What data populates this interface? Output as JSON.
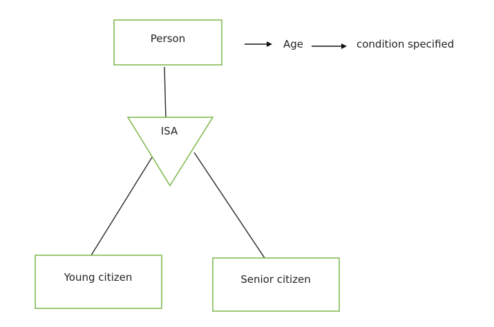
{
  "diagram": {
    "entities": {
      "person": "Person",
      "young": "Young citizen",
      "senior": "Senior citizen"
    },
    "isa_label": "ISA",
    "attribute_chain": {
      "attribute": "Age",
      "condition": "condition specified"
    },
    "colors": {
      "box_border": "#7ab648",
      "line": "#333333",
      "text": "#222222"
    }
  }
}
